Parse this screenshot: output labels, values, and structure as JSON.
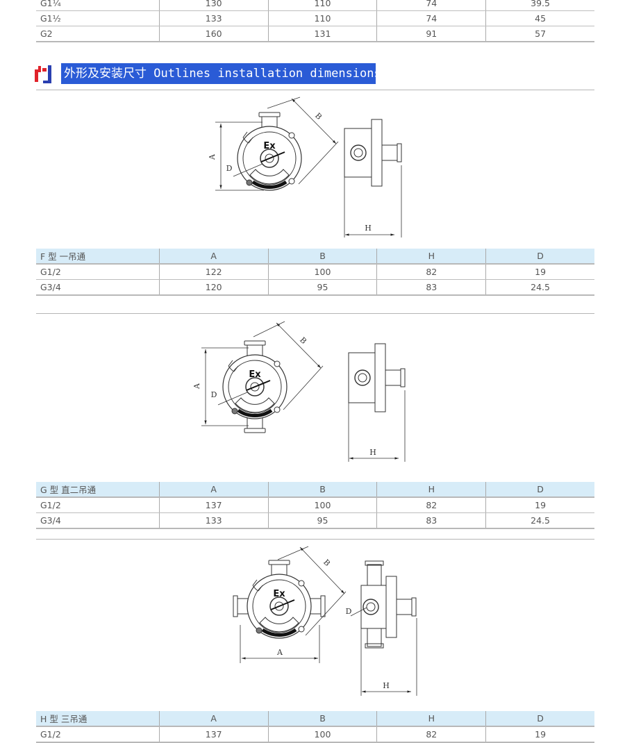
{
  "top_table": {
    "rows": [
      {
        "spec": "G1¼",
        "a": "130",
        "b": "110",
        "h": "74",
        "d": "39.5"
      },
      {
        "spec": "G1½",
        "a": "133",
        "b": "110",
        "h": "74",
        "d": "45"
      },
      {
        "spec": "G2",
        "a": "160",
        "b": "131",
        "h": "91",
        "d": "57"
      }
    ]
  },
  "section": {
    "title": "外形及安装尺寸 Outlines installation dimensions",
    "brand_color": "#2a5bd6",
    "logo_colors": [
      "#e0222a",
      "#2a3fb0"
    ]
  },
  "drawing_labels": {
    "a": "A",
    "b": "B",
    "d": "D",
    "h": "H",
    "ex": "Ex"
  },
  "tables": [
    {
      "header": [
        "F 型 一吊通",
        "A",
        "B",
        "H",
        "D"
      ],
      "rows": [
        [
          "G1/2",
          "122",
          "100",
          "82",
          "19"
        ],
        [
          "G3/4",
          "120",
          "95",
          "83",
          "24.5"
        ]
      ]
    },
    {
      "header": [
        "G 型 直二吊通",
        "A",
        "B",
        "H",
        "D"
      ],
      "rows": [
        [
          "G1/2",
          "137",
          "100",
          "82",
          "19"
        ],
        [
          "G3/4",
          "133",
          "95",
          "83",
          "24.5"
        ]
      ]
    },
    {
      "header": [
        "H 型 三吊通",
        "A",
        "B",
        "H",
        "D"
      ],
      "rows": [
        [
          "G1/2",
          "137",
          "100",
          "82",
          "19"
        ]
      ]
    }
  ]
}
